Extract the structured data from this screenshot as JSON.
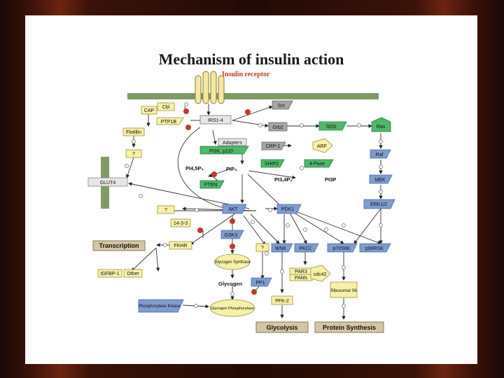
{
  "title": "Mechanism of insulin action",
  "receptor_label": "Insulin receptor",
  "colors": {
    "blue": "#7f9bd0",
    "green": "#4fb86a",
    "yellow": "#f6f0a8",
    "grey": "#a6a6a6",
    "tan": "#d3c6a4",
    "membrane": "#7f9a63",
    "inhibit": "#c0392b"
  },
  "nodes": {
    "cbl": "Cbl",
    "cap": "CAP",
    "ptp1b": "PTP1B",
    "irs": "IRS1-4",
    "src": "Src",
    "grb2": "Grb2",
    "sos": "SOS",
    "ras": "Ras",
    "raf": "Raf",
    "mek": "MEK",
    "erk": "ERK1/2",
    "flotillin": "Flotillin",
    "q_left": "?",
    "glut4": "GLUT4",
    "adapters": "Adapters",
    "pi3k": "PI3K, p110",
    "crp1": "CRP-1",
    "arf": "ARF",
    "ship2": "SHIP2",
    "phase4": "4-Pase",
    "pi45p2": "PI4,5P₂",
    "pip3": "PIP₃",
    "pten": "PTEN",
    "pi34p2": "PI3,4P₂",
    "pi3p": "PI3P",
    "q_mid": "?",
    "akt": "AKT",
    "pdk1": "PDK1",
    "prot1433": "14-3-3",
    "gsk3": "GSK3",
    "transcription": "Transcription",
    "fkhr": "FKHR",
    "q_pp": "?",
    "wnk": "WNK",
    "pkcz": "PKCζ",
    "p70s6k": "p70S6K",
    "p90rsk": "p90RSK",
    "gs": "Glycogen Synthase",
    "glycogen": "Glycogen",
    "pp1": "PP1",
    "par3": "PAR3",
    "pam": "PAMs",
    "cdc42": "cdc42",
    "igfbp": "IGFBP-1",
    "other": "Other",
    "pfk2": "PFK-2",
    "ribosomal": "Ribosomal S6",
    "phk": "Phosphorylase Kinase",
    "gp": "Glycogen Phosphorylase",
    "glycolysis": "Glycolysis",
    "protein": "Protein Synthesis"
  }
}
